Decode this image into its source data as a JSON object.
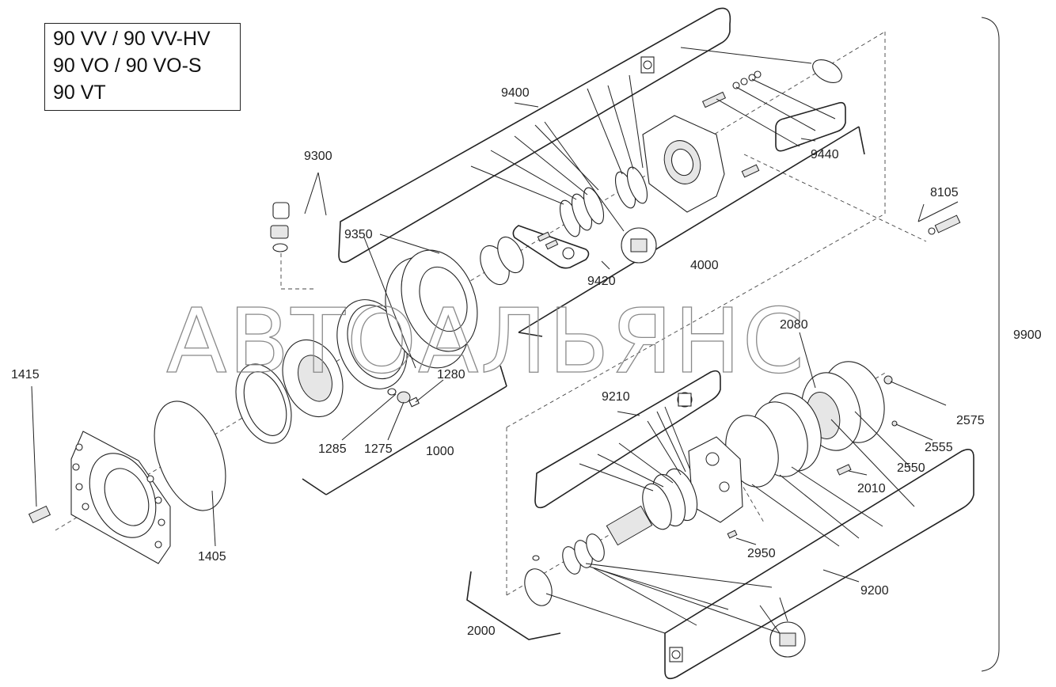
{
  "title_lines": [
    "90 VV / 90 VV-HV",
    "90 VO / 90 VO-S",
    "90 VT"
  ],
  "watermark": "АВТОАЛЬЯНС",
  "labels": {
    "p9400": "9400",
    "p9300": "9300",
    "p9350": "9350",
    "p9420": "9420",
    "p4000": "4000",
    "p9440": "9440",
    "p8105": "8105",
    "p9900": "9900",
    "p1415": "1415",
    "p1405": "1405",
    "p1285": "1285",
    "p1275": "1275",
    "p1280": "1280",
    "p1000": "1000",
    "p2080": "2080",
    "p9210": "9210",
    "p2575": "2575",
    "p2555": "2555",
    "p2550": "2550",
    "p2010": "2010",
    "p2950": "2950",
    "p9200": "9200",
    "p2000": "2000"
  }
}
